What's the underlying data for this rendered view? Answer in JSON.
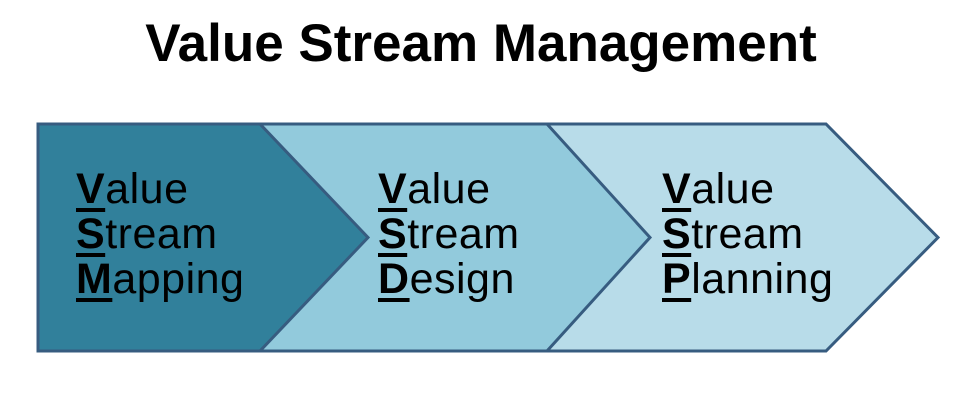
{
  "title": "Value Stream Management",
  "colors": {
    "background": "#FFFFFF",
    "border": "#375C80",
    "text": "#000000",
    "arrow_mapping_fill": "#31809B",
    "arrow_design_fill": "#92CADC",
    "arrow_planning_fill": "#B8DCE9"
  },
  "arrows": [
    {
      "fill": "#31809B",
      "lines": [
        {
          "initial": "V",
          "rest": "alue"
        },
        {
          "initial": "S",
          "rest": "tream"
        },
        {
          "initial": "M",
          "rest": "apping"
        }
      ]
    },
    {
      "fill": "#92CADC",
      "lines": [
        {
          "initial": "V",
          "rest": "alue"
        },
        {
          "initial": "S",
          "rest": "tream"
        },
        {
          "initial": "D",
          "rest": "esign"
        }
      ]
    },
    {
      "fill": "#B8DCE9",
      "lines": [
        {
          "initial": "V",
          "rest": "alue"
        },
        {
          "initial": "S",
          "rest": "tream"
        },
        {
          "initial": "P",
          "rest": "lanning"
        }
      ]
    }
  ]
}
